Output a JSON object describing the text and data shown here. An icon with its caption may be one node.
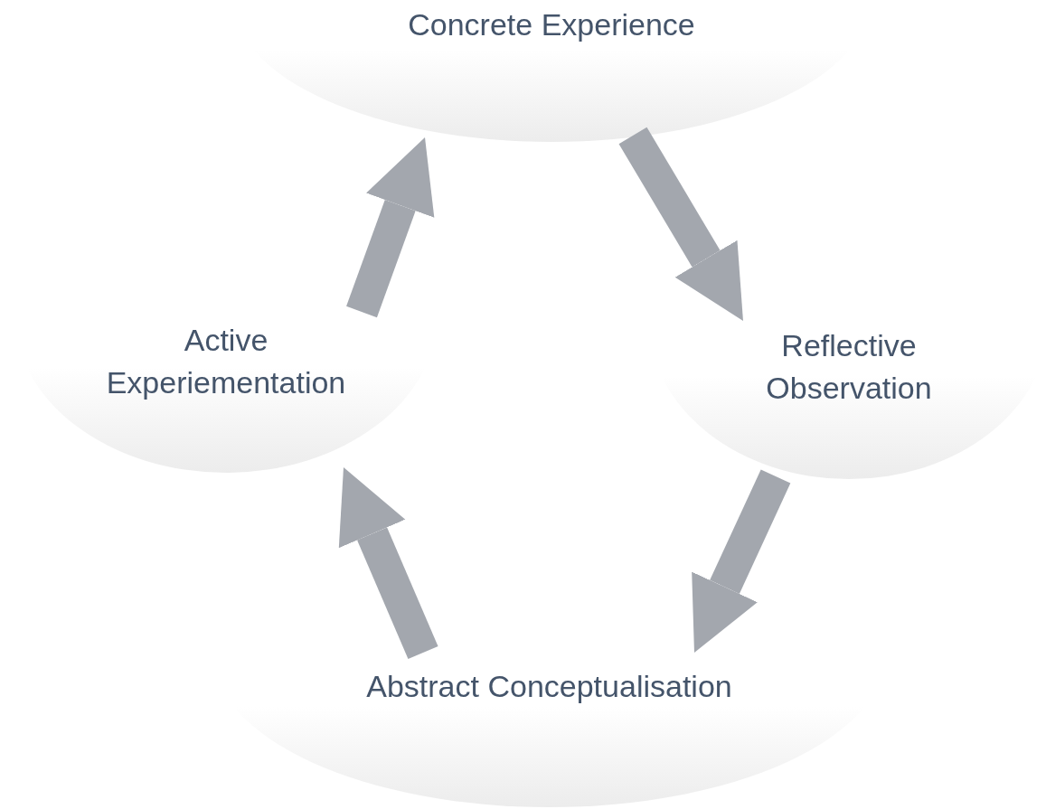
{
  "diagram": {
    "nodes": [
      {
        "text": [
          "Concrete Experience"
        ]
      },
      {
        "text": [
          "Reflective Observation"
        ]
      },
      {
        "text": [
          "Abstract Conceptualisation"
        ]
      },
      {
        "text": [
          "Active Experiementation"
        ]
      }
    ],
    "edges": [
      {
        "from": 0,
        "to": 1,
        "arrow": "to"
      },
      {
        "from": 1,
        "to": 2,
        "arrow": "to"
      },
      {
        "from": 2,
        "to": 3,
        "arrow": "to"
      },
      {
        "from": 3,
        "to": 0,
        "arrow": "to"
      }
    ]
  }
}
